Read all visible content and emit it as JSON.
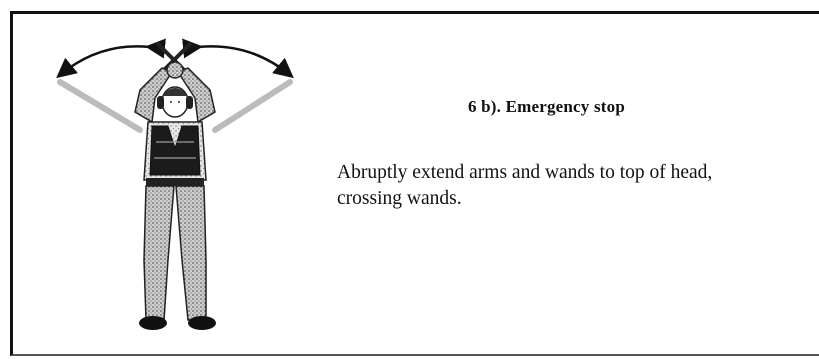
{
  "signal": {
    "title": "6 b).  Emergency stop",
    "description_lines": [
      "Abruptly extend arms and wands to top of head,",
      "crossing wands."
    ]
  },
  "figure": {
    "icon": "marshaller-emergency-stop-figure",
    "arrows": "curved-double-headed-arrows"
  }
}
